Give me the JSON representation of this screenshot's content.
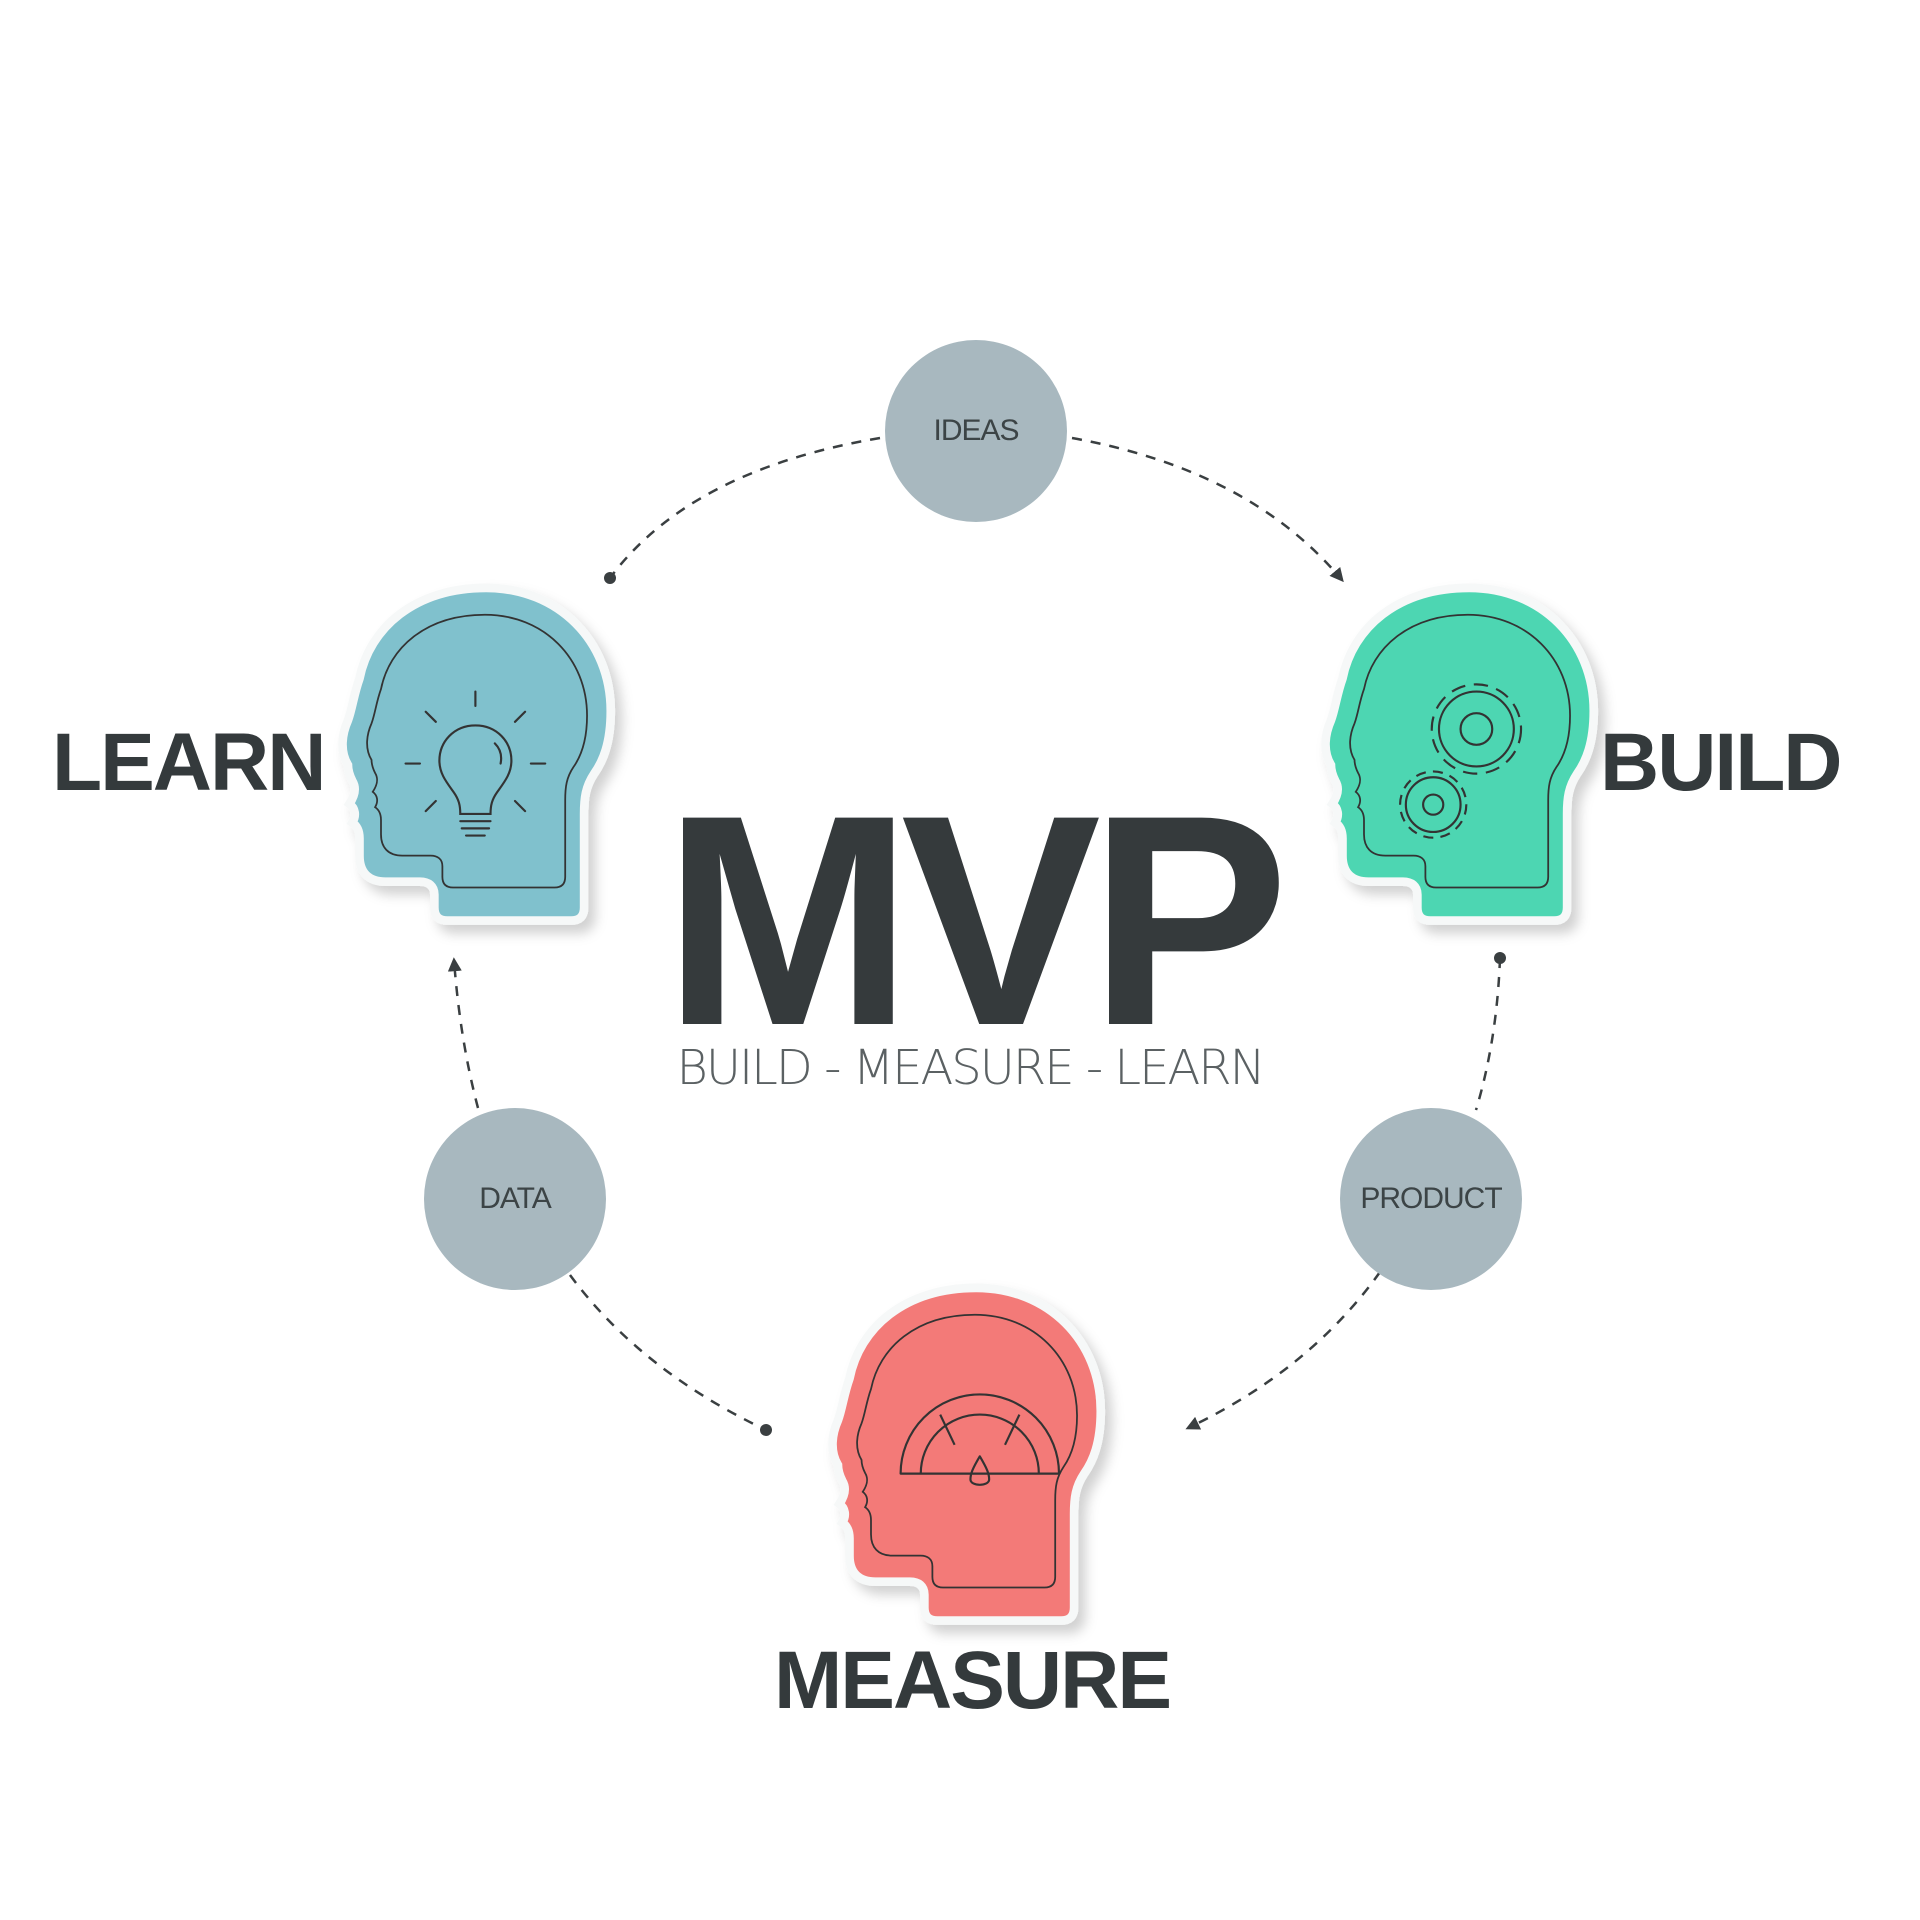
{
  "diagram": {
    "title": "MVP",
    "subtitle": "BUILD - MEASURE - LEARN",
    "stages": {
      "learn": {
        "label": "LEARN",
        "icon": "lightbulb-icon",
        "color": "#80c1cd"
      },
      "build": {
        "label": "BUILD",
        "icon": "gears-icon",
        "color": "#4dd6b2"
      },
      "measure": {
        "label": "MEASURE",
        "icon": "gauge-icon",
        "color": "#f37a78"
      }
    },
    "transitions": {
      "ideas": "IDEAS",
      "product": "PRODUCT",
      "data": "DATA"
    },
    "colors": {
      "text": "#343a3c",
      "bubble": "#a8b8bf",
      "arrow": "#3a3f41"
    }
  }
}
